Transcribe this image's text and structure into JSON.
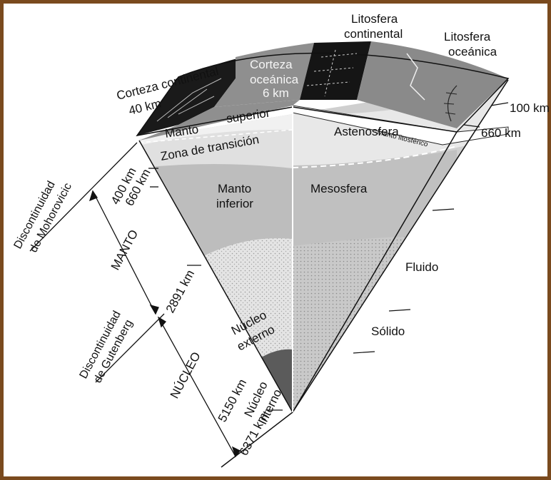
{
  "colors": {
    "frame": "#7a4a1e",
    "crust_dark": "#1a1a1a",
    "crust_grey": "#8a8a8a",
    "upper_mantle": "#e6e6e6",
    "transition_zone": "#d0d0d0",
    "lower_mantle": "#bcbcbc",
    "outer_core": "#e0e0e0",
    "inner_core": "#555555"
  },
  "labels": {
    "corteza_continental": [
      "Corteza continental",
      "40 km"
    ],
    "corteza_oceanica": [
      "Corteza",
      "oceánica",
      "6 km"
    ],
    "litosfera_continental": [
      "Litosfera",
      "continental"
    ],
    "litosfera_oceanica": [
      "Litosfera",
      "oceánica"
    ],
    "manto_superior": [
      "Manto",
      "superior"
    ],
    "zona_transicion": "Zona de transición",
    "astenosfera": "Astenosfera",
    "manto_litosferico": "Manto litosférico",
    "manto_inferior": [
      "Manto",
      "inferior"
    ],
    "mesosfera": "Mesosfera",
    "fluido": "Fluido",
    "solido": "Sólido",
    "nucleo_externo": [
      "Núcleo",
      "externo"
    ],
    "nucleo_interno": [
      "Núcleo",
      "interno"
    ]
  },
  "depths": {
    "d100": "100 km",
    "d660_right": "660 km",
    "d400": "400 km",
    "d660_left": "660 km",
    "d2891": "2891 km",
    "d5150": "5150 km",
    "d6371": "6371 km"
  },
  "axis": {
    "manto": "MANTO",
    "nucleo": "NÚCLEO",
    "mohorovicic": [
      "Discontinuidad",
      "de Mohorovicic"
    ],
    "gutenberg": [
      "Discontinuidad",
      "de Gutenberg"
    ]
  }
}
